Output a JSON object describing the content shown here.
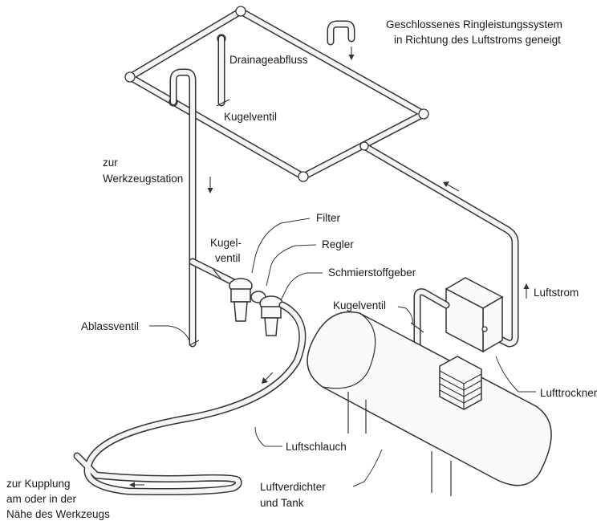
{
  "labels": {
    "closed_loop_line1": "Geschlossenes Ringleistungssystem",
    "closed_loop_line2": "in Richtung des Luftstroms geneigt",
    "drainage": "Drainageabfluss",
    "ball_valve_top": "Kugelventil",
    "to_tool_station_line1": "zur",
    "to_tool_station_line2": "Werkzeugstation",
    "filter": "Filter",
    "ball_valve_mid_line1": "Kugel-",
    "ball_valve_mid_line2": "ventil",
    "regulator": "Regler",
    "lubricator": "Schmierstoffgeber",
    "airflow": "Luftstrom",
    "ball_valve_tank": "Kugelventil",
    "drain_valve": "Ablassventil",
    "air_dryer": "Lufttrockner",
    "air_hose": "Luftschlauch",
    "compressor_line1": "Luftverdichter",
    "compressor_line2": "und Tank",
    "to_coupling_line1": "zur Kupplung",
    "to_coupling_line2": "am oder in der",
    "to_coupling_line3": "Nähe des Werkzeugs"
  }
}
